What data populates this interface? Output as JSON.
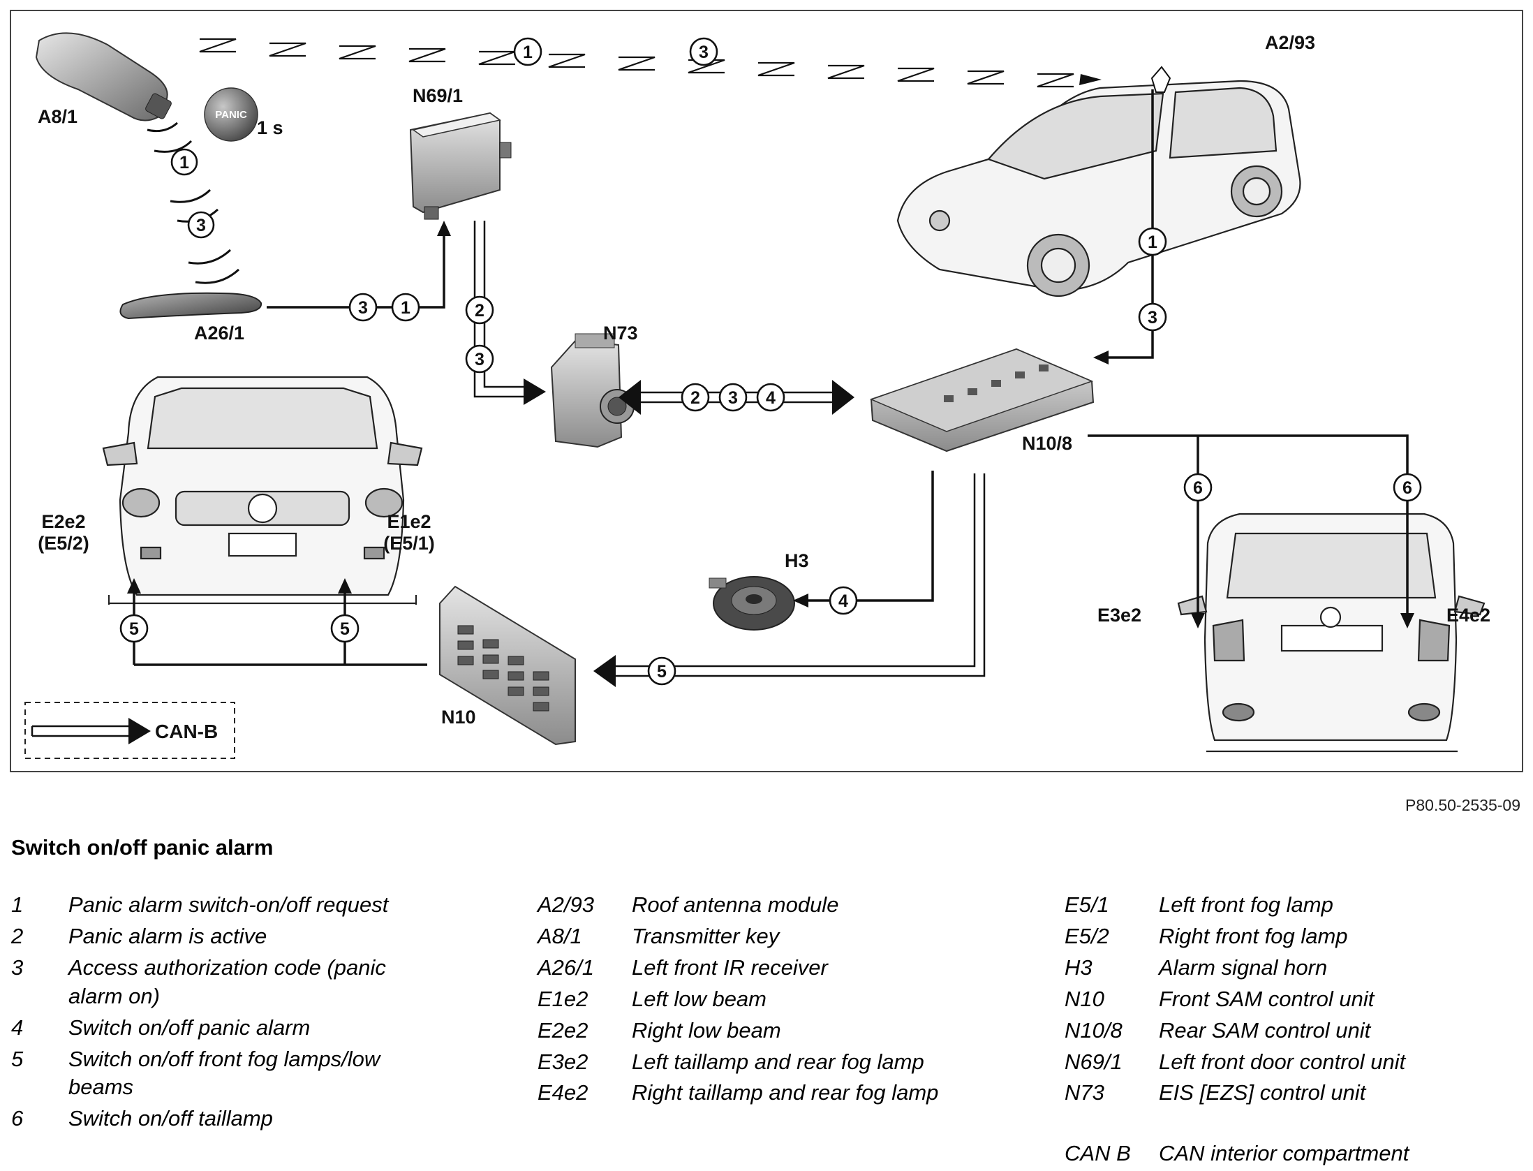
{
  "diagram": {
    "components": {
      "transmitter_key": "A8/1",
      "panic_button_text": "PANIC",
      "panic_duration": "1 s",
      "door_control_unit": "N69/1",
      "roof_antenna": "A2/93",
      "ir_receiver": "A26/1",
      "eis_unit": "N73",
      "rear_sam": "N10/8",
      "horn": "H3",
      "front_sam": "N10",
      "front_left_light": "E2e2",
      "front_left_fog": "(E5/2)",
      "front_right_light": "E1e2",
      "front_right_fog": "(E5/1)",
      "rear_left_lamp": "E3e2",
      "rear_right_lamp": "E4e2"
    },
    "legend_box_label": "CAN-B",
    "signal_numbers": [
      "1",
      "2",
      "3",
      "4",
      "5",
      "6"
    ]
  },
  "figure_id": "P80.50-2535-09",
  "caption_title": "Switch on/off panic alarm",
  "legend_signals": [
    {
      "key": "1",
      "text": "Panic alarm switch-on/off request"
    },
    {
      "key": "2",
      "text": "Panic alarm is active"
    },
    {
      "key": "3",
      "text": "Access authorization code (panic alarm on)"
    },
    {
      "key": "4",
      "text": "Switch on/off panic alarm"
    },
    {
      "key": "5",
      "text": "Switch on/off front fog lamps/low beams"
    },
    {
      "key": "6",
      "text": "Switch on/off taillamp"
    }
  ],
  "legend_components_a": [
    {
      "key": "A2/93",
      "text": "Roof antenna module"
    },
    {
      "key": "A8/1",
      "text": "Transmitter key"
    },
    {
      "key": "A26/1",
      "text": "Left front IR receiver"
    },
    {
      "key": "E1e2",
      "text": "Left low beam"
    },
    {
      "key": "E2e2",
      "text": "Right low beam"
    },
    {
      "key": "E3e2",
      "text": "Left taillamp and rear fog lamp"
    },
    {
      "key": "E4e2",
      "text": "Right taillamp and rear fog lamp"
    }
  ],
  "legend_components_b": [
    {
      "key": "E5/1",
      "text": "Left front fog lamp"
    },
    {
      "key": "E5/2",
      "text": "Right front fog lamp"
    },
    {
      "key": "H3",
      "text": "Alarm signal horn"
    },
    {
      "key": "N10",
      "text": "Front SAM control unit"
    },
    {
      "key": "N10/8",
      "text": "Rear SAM control unit"
    },
    {
      "key": "N69/1",
      "text": "Left front door control unit"
    },
    {
      "key": "N73",
      "text": "EIS [EZS] control unit"
    }
  ],
  "legend_canbus": {
    "key": "CAN B",
    "text": "CAN interior compartment"
  }
}
